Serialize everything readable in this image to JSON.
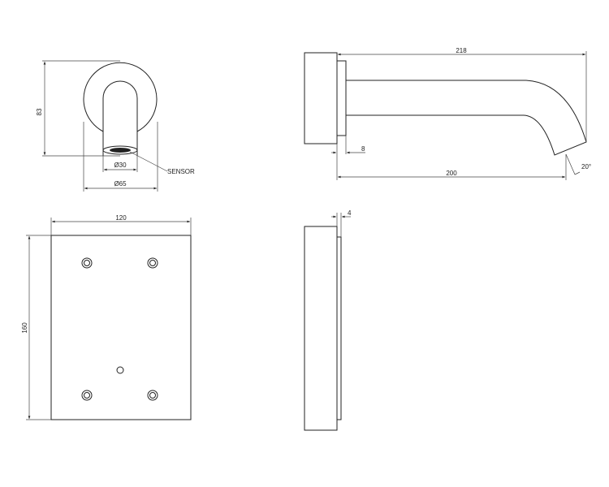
{
  "front_view": {
    "height_label": "83",
    "inner_diameter_label": "Ø30",
    "outer_diameter_label": "Ø65",
    "sensor_label": "SENSOR"
  },
  "side_view": {
    "length_label": "218",
    "reach_label": "200",
    "plate_label": "8",
    "angle_label": "20°"
  },
  "plate_view": {
    "width_label": "120",
    "height_label": "160"
  },
  "plate_side_view": {
    "thickness_label": "4"
  }
}
